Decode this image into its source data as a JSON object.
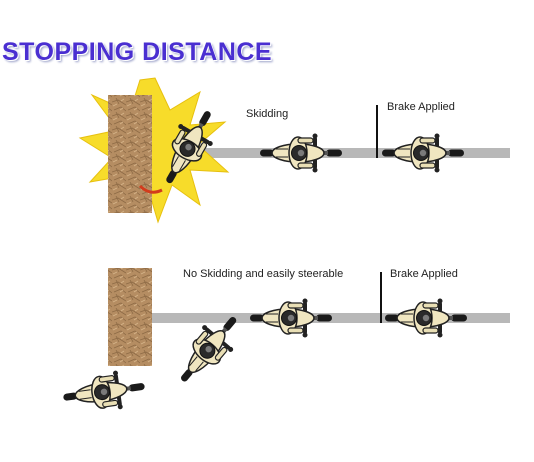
{
  "title": "STOPPING DISTANCE",
  "top_scenario": {
    "skid_label": "Skidding",
    "brake_label": "Brake Applied"
  },
  "bottom_scenario": {
    "steer_label": "No Skidding and easily steerable",
    "brake_label": "Brake Applied"
  },
  "colors": {
    "title": "#4a2fd1",
    "road": "#b8b8b8",
    "wall": "#b08a60",
    "explosion": "#f7dc2a",
    "bike_body": "#f0e6c0",
    "bike_outline": "#222222"
  },
  "icons": [
    "wall-icon",
    "explosion-icon",
    "motorcycle-icon",
    "brake-marker-icon"
  ]
}
